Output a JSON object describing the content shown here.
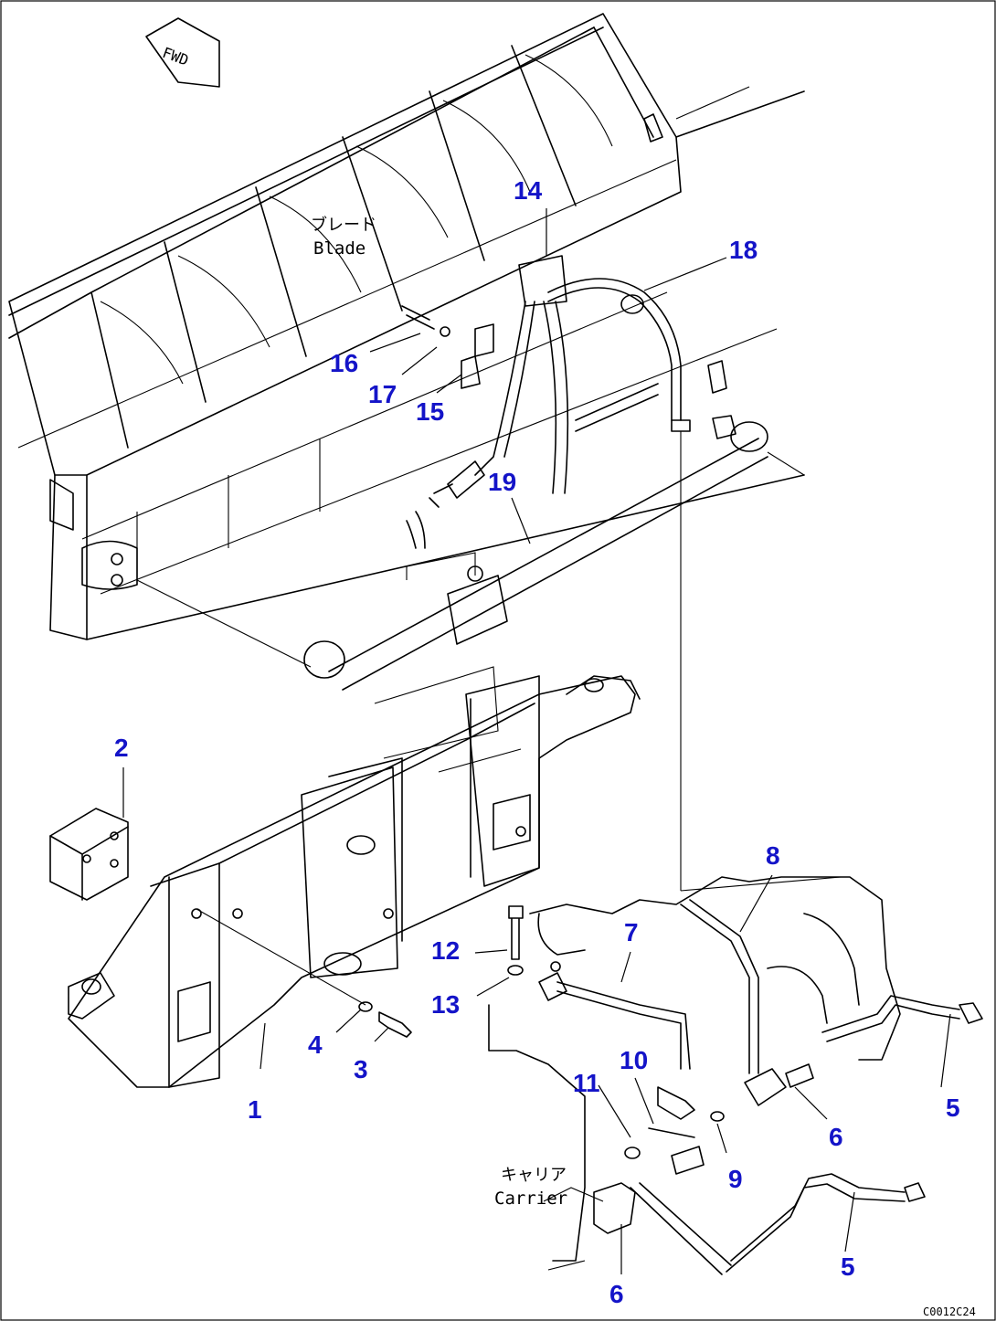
{
  "drawing": {
    "code": "C0012C24",
    "direction_tag": "FWD",
    "labels": {
      "blade_jp": "ブレード",
      "blade_en": "Blade",
      "carrier_jp": "キャリア",
      "carrier_en": "Carrier"
    }
  },
  "callouts": [
    "1",
    "2",
    "3",
    "4",
    "5",
    "5",
    "6",
    "6",
    "7",
    "8",
    "9",
    "10",
    "11",
    "12",
    "13",
    "14",
    "15",
    "16",
    "17",
    "18",
    "19"
  ]
}
